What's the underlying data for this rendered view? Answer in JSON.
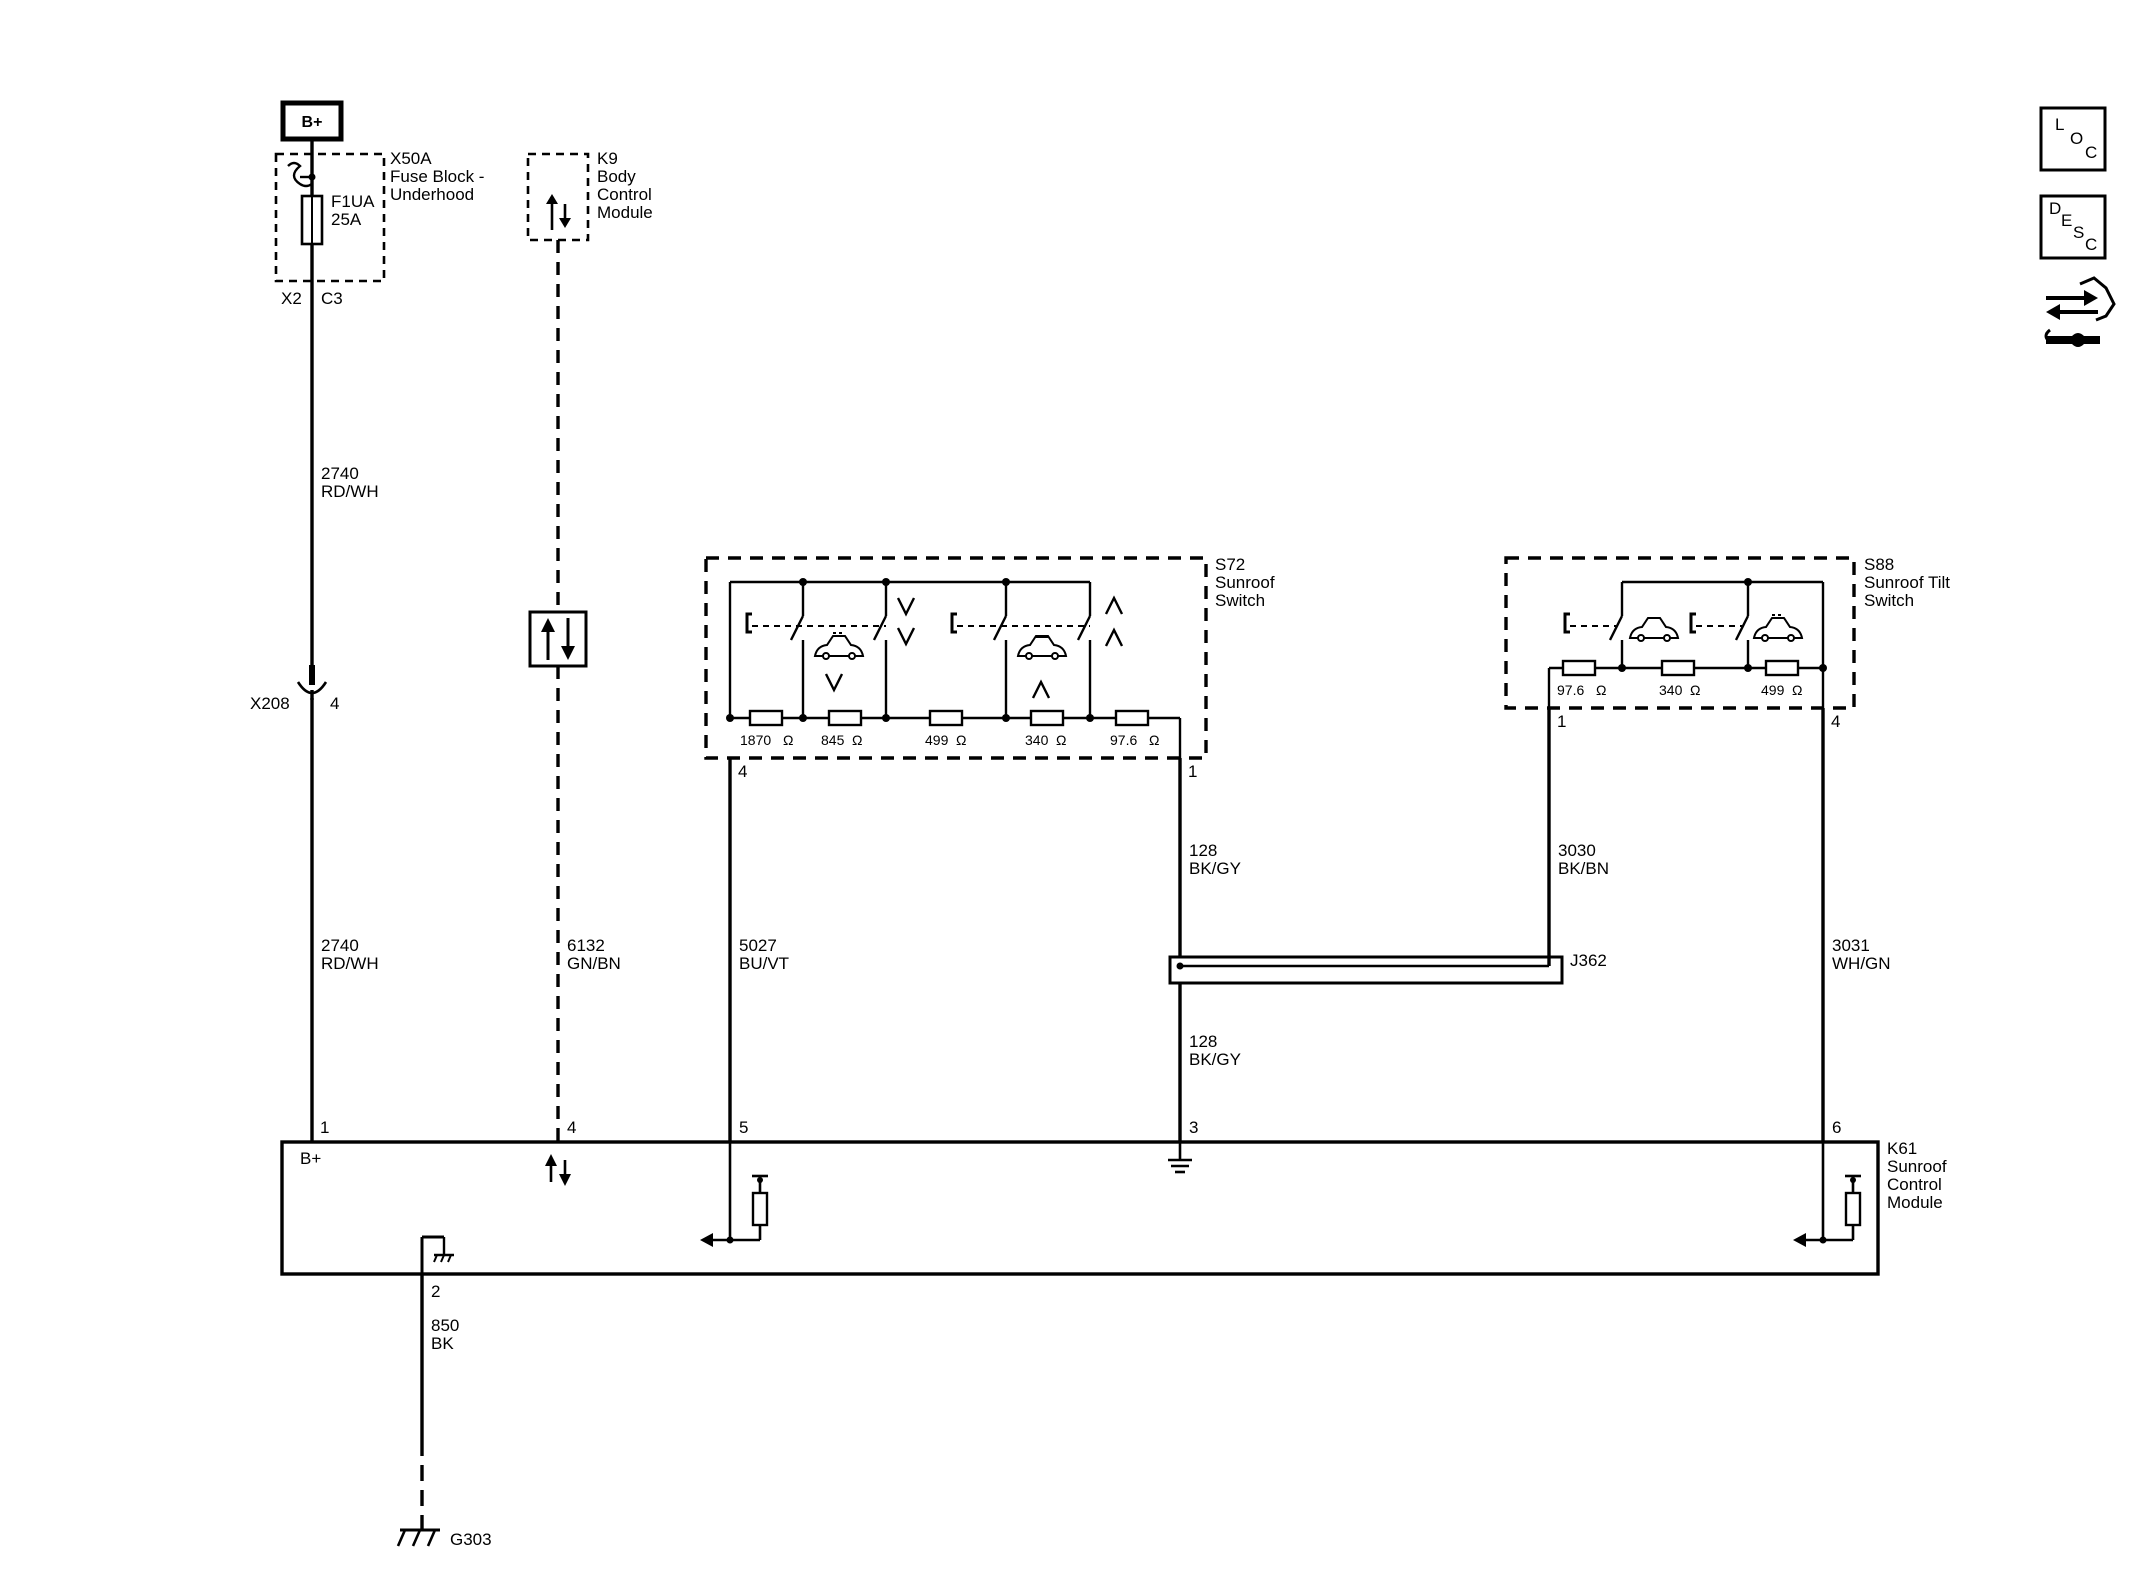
{
  "bplus_source": "B+",
  "fuse_block": {
    "ref": "X50A",
    "name_line1": "Fuse Block -",
    "name_line2": "Underhood",
    "fuse_ref": "F1UA",
    "fuse_rating": "25A",
    "connector": "X2",
    "cavity": "C3"
  },
  "bcm": {
    "ref": "K9",
    "name_line1": "Body",
    "name_line2": "Control",
    "name_line3": "Module"
  },
  "inline_connector": {
    "ref": "X208",
    "pin": "4"
  },
  "wires": {
    "w2740_upper": {
      "circuit": "2740",
      "color": "RD/WH"
    },
    "w2740_lower": {
      "circuit": "2740",
      "color": "RD/WH"
    },
    "w6132": {
      "circuit": "6132",
      "color": "GN/BN"
    },
    "w5027": {
      "circuit": "5027",
      "color": "BU/VT"
    },
    "w128_upper": {
      "circuit": "128",
      "color": "BK/GY"
    },
    "w128_lower": {
      "circuit": "128",
      "color": "BK/GY"
    },
    "w3030": {
      "circuit": "3030",
      "color": "BK/BN"
    },
    "w3031": {
      "circuit": "3031",
      "color": "WH/GN"
    },
    "w850": {
      "circuit": "850",
      "color": "BK"
    }
  },
  "splice": {
    "ref": "J362"
  },
  "sunroof_switch": {
    "ref": "S72",
    "name_line1": "Sunroof",
    "name_line2": "Switch",
    "pin_left": "4",
    "pin_right": "1",
    "resistors": [
      "1870",
      "845",
      "499",
      "340",
      "97.6"
    ],
    "ohm": "Ω"
  },
  "tilt_switch": {
    "ref": "S88",
    "name_line1": "Sunroof Tilt",
    "name_line2": "Switch",
    "pin_left": "1",
    "pin_right": "4",
    "resistors": [
      "97.6",
      "340",
      "499"
    ],
    "ohm": "Ω"
  },
  "control_module": {
    "ref": "K61",
    "name_line1": "Sunroof",
    "name_line2": "Control",
    "name_line3": "Module",
    "bplus_label": "B+",
    "pins": {
      "p1": "1",
      "p4": "4",
      "p5": "5",
      "p3": "3",
      "p6": "6",
      "p2": "2"
    }
  },
  "ground": {
    "ref": "G303"
  },
  "side_icons": {
    "loc": {
      "l1": "L",
      "l2": "O",
      "l3": "C",
      "icon": "location-icon"
    },
    "desc": {
      "l1": "D",
      "l2": "E",
      "l3": "S",
      "l4": "C",
      "icon": "description-icon"
    },
    "connector_icon": "connector-repair-icon"
  }
}
